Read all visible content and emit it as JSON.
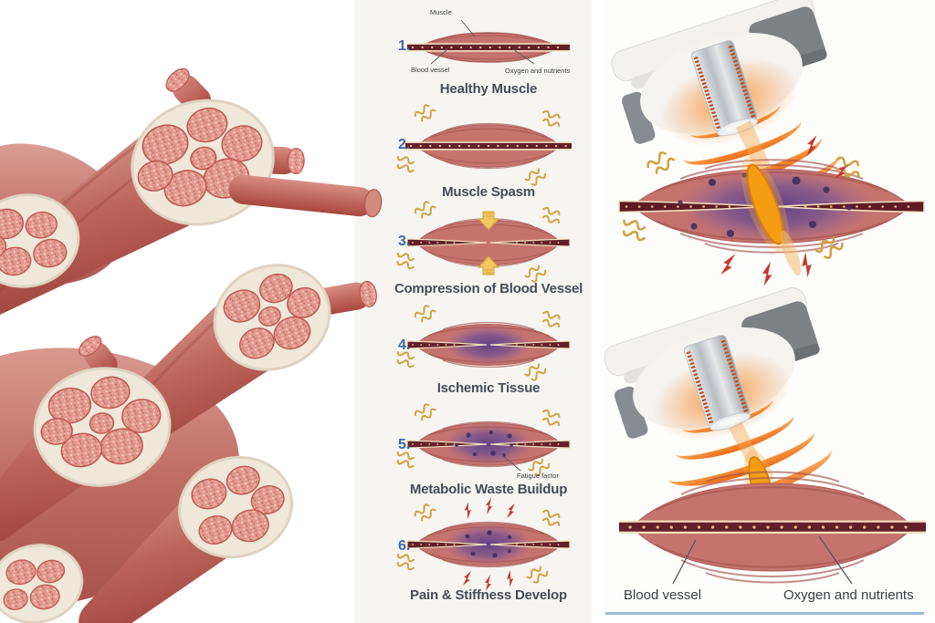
{
  "stages_panel": {
    "items": [
      {
        "number": "1.",
        "label": "Healthy Muscle",
        "callout_muscle": "Muscle",
        "callout_blood_vessel": "Blood vessel",
        "callout_oxygen": "Oxygen and nutrients"
      },
      {
        "number": "2.",
        "label": "Muscle Spasm"
      },
      {
        "number": "3.",
        "label": "Compression of Blood Vessel"
      },
      {
        "number": "4.",
        "label": "Ischemic Tissue"
      },
      {
        "number": "5.",
        "label": "Metabolic Waste Buildup",
        "callout_fatigue": "Fatigue factor"
      },
      {
        "number": "6.",
        "label": "Pain & Stiffness Develop"
      }
    ]
  },
  "treatment_panel": {
    "callout_blood_vessel": "Blood vessel",
    "callout_oxygen": "Oxygen and nutrients"
  },
  "icons": {
    "spasm_squiggle": "wavy-line",
    "pain_bolt": "lightning-bolt",
    "compression_arrow": "block-arrow",
    "energy_beam": "orange-ellipse"
  },
  "colors": {
    "accent_blue": "#3a69a6",
    "label_text": "#454c57",
    "muscle_red": "#c4736f",
    "fiber_line": "#a5544f",
    "vessel_maroon": "#63202b",
    "vessel_cream": "#f2e0bf",
    "vessel_dot": "#e8c87e",
    "ischemia_purple": "#5c3f87",
    "waste_dot_purple": "#412f63",
    "energy_orange": "#f49d13",
    "device_orange": "#ee6a12",
    "spasm_yellow": "#d2a23e",
    "pain_red": "#c8392f",
    "divider_blue": "#97bbd8"
  }
}
